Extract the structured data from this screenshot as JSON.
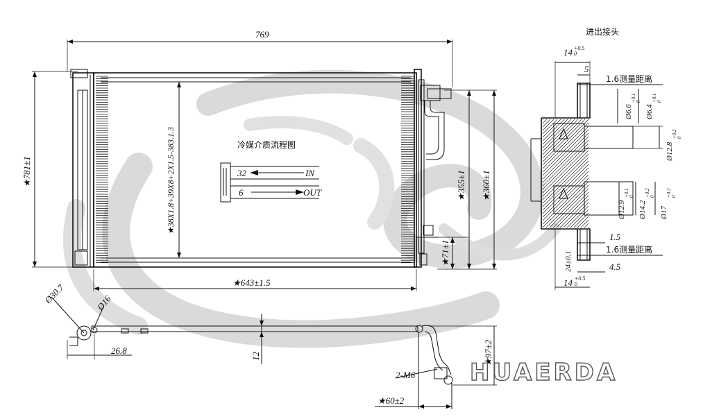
{
  "watermark": {
    "brand": "HUAERDA",
    "swirl_color": "#d4d4d4"
  },
  "front_view": {
    "width_top": "769",
    "height_left": "★781±1",
    "core_spec": "★38X1.8+39X8+2X1.5-383.1.3",
    "width_bottom": "★643±1.5",
    "mount_355": "★355±1",
    "mount_360": "★360±1",
    "mount_71": "★71±1"
  },
  "flow_diagram": {
    "title": "冷媒介质流程图",
    "pass_top": "32",
    "pass_bottom": "6",
    "in_label": "IN",
    "out_label": "OUT"
  },
  "fitting_detail": {
    "title": "进出接头",
    "dim_14_top": "14",
    "dim_14_top_tol": "+0.5\n0",
    "dim_5": "5",
    "note_16_top": "1.6测量距离",
    "dim_6_6": "Ø6.6",
    "dim_6_6_tol": "+0.1\n0",
    "dim_6_4": "Ø6.4",
    "dim_6_4_tol": "+0.1\n0",
    "dim_12_8": "Ø12.8",
    "dim_12_8_tol": "+0.2\n0",
    "dim_12_9": "Ø12.9",
    "dim_12_9_tol": "+0.1\n0",
    "dim_14_2": "Ø14.2",
    "dim_14_2_tol": "+0.2\n0",
    "dim_17": "Ø17",
    "dim_17_tol": "+0.2\n0",
    "dim_1_5": "1.5",
    "note_16_bottom": "1.6测量距离",
    "dim_4_5": "4.5",
    "dim_24": "24±0.1",
    "dim_14_bottom": "14",
    "dim_14_bottom_tol": "+0.5\n0"
  },
  "bottom_view": {
    "dim_30_7": "Ø30.7",
    "dim_16": "Ø16",
    "dim_26_8": "26.8",
    "dim_12": "12",
    "dim_m6": "2-M6",
    "dim_97": "★97±2",
    "dim_60": "★60±2"
  }
}
